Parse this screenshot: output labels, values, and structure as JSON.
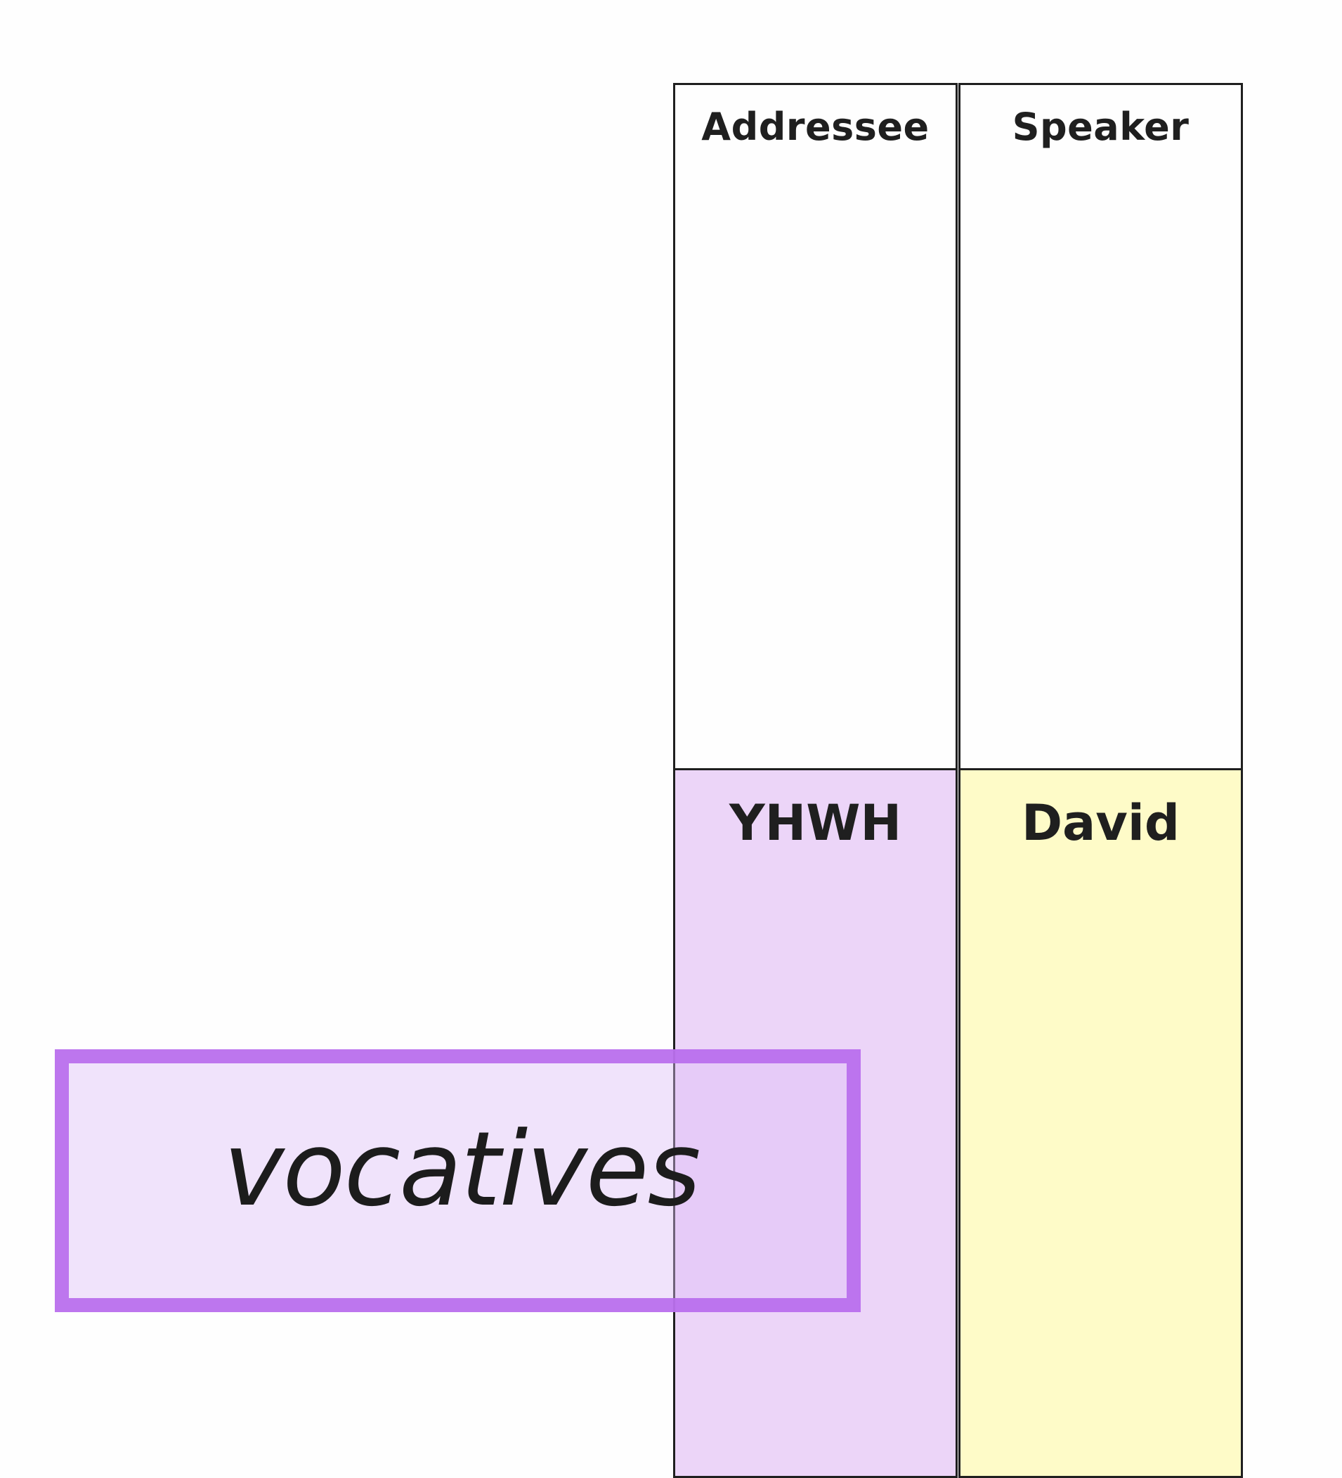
{
  "table": {
    "headers": [
      {
        "label": "Addressee"
      },
      {
        "label": "Speaker"
      }
    ],
    "values": [
      {
        "label": "YHWH",
        "color": "#ecd5f8"
      },
      {
        "label": "David",
        "color": "#fefbc8"
      }
    ]
  },
  "callout": {
    "label": "vocatives",
    "border_color": "#bd74ee",
    "fill_color": "#f1e3fc"
  }
}
